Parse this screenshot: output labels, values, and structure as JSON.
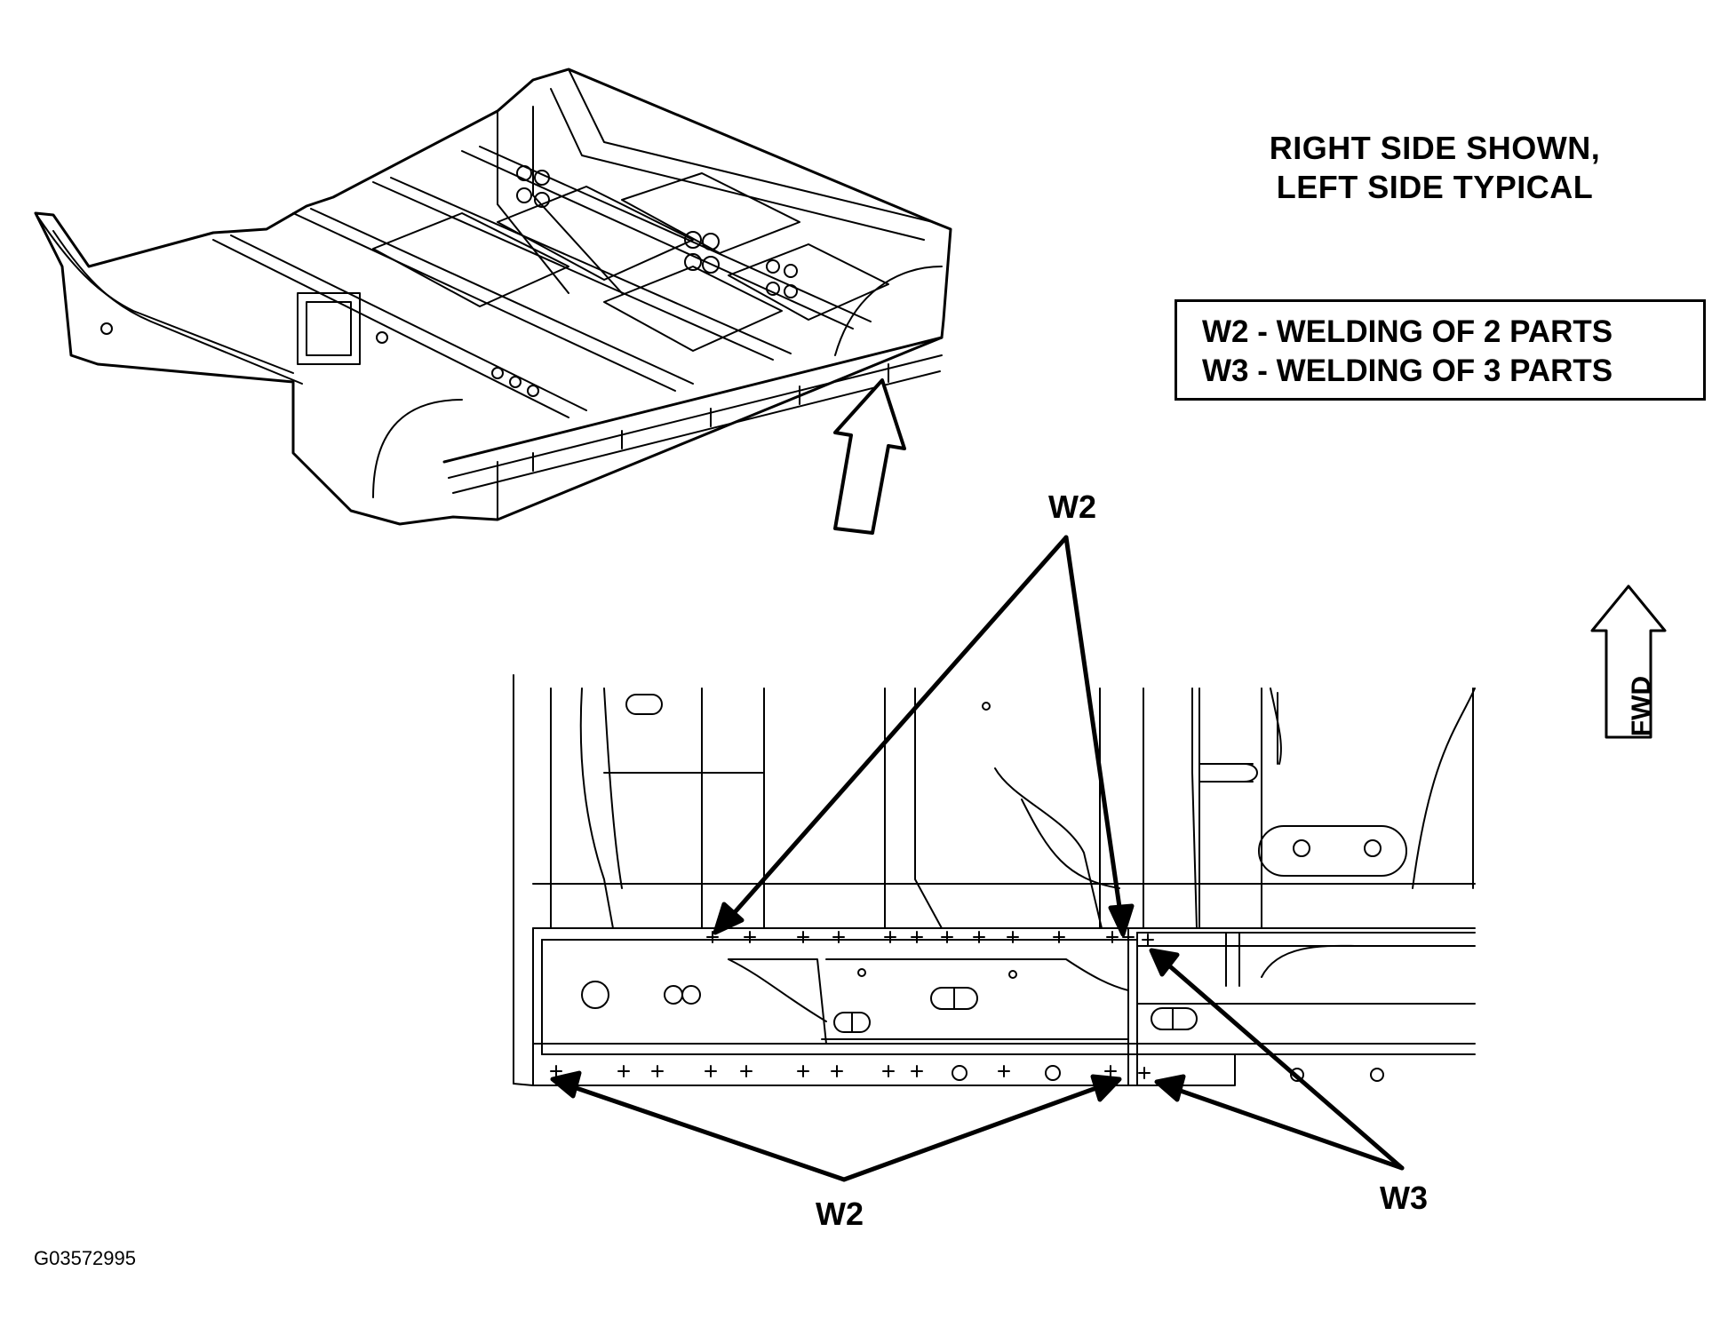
{
  "caption": {
    "line1": "RIGHT SIDE SHOWN,",
    "line2": "LEFT SIDE TYPICAL"
  },
  "legend": {
    "w2": "W2 - WELDING OF 2 PARTS",
    "w3": "W3 - WELDING OF 3 PARTS"
  },
  "callouts": {
    "w2_top": "W2",
    "w2_bottom": "W2",
    "w3": "W3"
  },
  "direction": "FWD",
  "figure_id": "G03572995",
  "colors": {
    "line": "#000000",
    "background": "#ffffff"
  }
}
